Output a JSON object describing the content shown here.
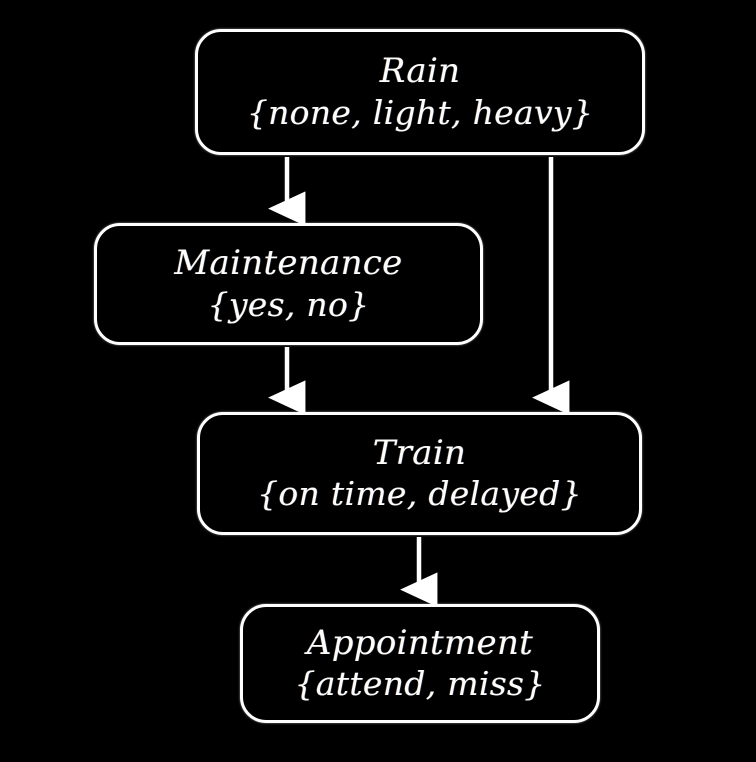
{
  "diagram": {
    "type": "bayesian-network",
    "background_color": "#000000",
    "stroke_color": "#ffffff",
    "text_color": "#fdfdfd",
    "nodes": [
      {
        "id": "rain",
        "title": "Rain",
        "states": "{none, light, heavy}"
      },
      {
        "id": "maintenance",
        "title": "Maintenance",
        "states": "{yes, no}"
      },
      {
        "id": "train",
        "title": "Train",
        "states": "{on time, delayed}"
      },
      {
        "id": "appointment",
        "title": "Appointment",
        "states": "{attend, miss}"
      }
    ],
    "edges": [
      {
        "id": "rain-to-maintenance",
        "from": "rain",
        "to": "maintenance"
      },
      {
        "id": "rain-to-train",
        "from": "rain",
        "to": "train"
      },
      {
        "id": "maintenance-to-train",
        "from": "maintenance",
        "to": "train"
      },
      {
        "id": "train-to-appointment",
        "from": "train",
        "to": "appointment"
      }
    ]
  }
}
